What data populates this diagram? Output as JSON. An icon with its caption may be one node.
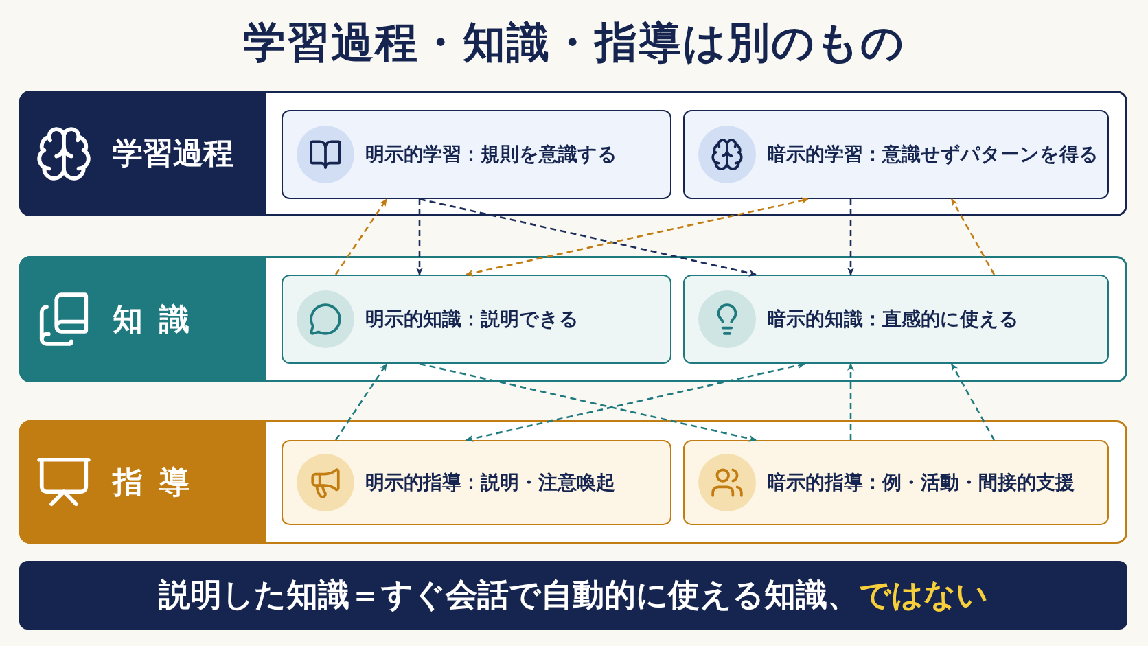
{
  "diagram": {
    "title": "学習過程・知識・指導は別のもの",
    "nodes": [
      {
        "text": [
          "学習過程"
        ]
      },
      {
        "text": [
          "明示的学習：規則を意識する"
        ],
        "in": 0
      },
      {
        "text": [
          "暗示的学習：意識せずパターンを得る"
        ],
        "in": 0
      },
      {
        "text": [
          "知識"
        ]
      },
      {
        "text": [
          "明示的知識：説明できる"
        ],
        "in": 3
      },
      {
        "text": [
          "暗示的知識：直感的に使える"
        ],
        "in": 3
      },
      {
        "text": [
          "指導"
        ]
      },
      {
        "text": [
          "明示的指導：説明・注意喚起"
        ],
        "in": 6
      },
      {
        "text": [
          "暗示的指導：例・活動・間接的支援"
        ],
        "in": 6
      },
      {
        "text": [
          "説明した知識＝すぐ会話で自動的に使える知識、",
          "ではない"
        ]
      }
    ],
    "edges": [
      {
        "from": 1,
        "to": 4,
        "arrow": "to",
        "style": "dashed",
        "color": "#1c2d5c"
      },
      {
        "from": 1,
        "to": 5,
        "arrow": "to",
        "style": "dashed",
        "color": "#1c2d5c"
      },
      {
        "from": 2,
        "to": 5,
        "arrow": "to",
        "style": "dashed",
        "color": "#1c2d5c"
      },
      {
        "from": 4,
        "to": 1,
        "arrow": "to",
        "style": "dashed",
        "color": "#c27d12"
      },
      {
        "from": 4,
        "to": 2,
        "arrow": "both",
        "style": "dashed",
        "color": "#c27d12"
      },
      {
        "from": 5,
        "to": 2,
        "arrow": "to",
        "style": "dashed",
        "color": "#c27d12"
      },
      {
        "from": 7,
        "to": 4,
        "arrow": "to",
        "style": "dashed"
      },
      {
        "from": 4,
        "to": 8,
        "arrow": "to",
        "style": "dashed"
      },
      {
        "from": 7,
        "to": 5,
        "arrow": "both",
        "style": "dashed"
      },
      {
        "from": 8,
        "to": 5,
        "arrow": "to",
        "style": "dashed"
      },
      {
        "from": 8,
        "to": 5,
        "arrow": "to",
        "style": "dashed"
      }
    ]
  }
}
